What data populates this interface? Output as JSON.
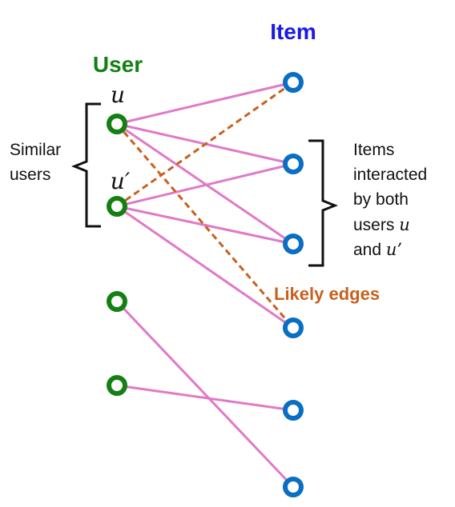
{
  "colors": {
    "user": "#138013",
    "item": "#1a1ae6",
    "item_node": "#0a6fc2",
    "edge": "#e07ac8",
    "likely": "#c8601e",
    "text": "#111111"
  },
  "headers": {
    "user": "User",
    "item": "Item"
  },
  "labels": {
    "u": "u",
    "u_prime": "u′",
    "similar_line1": "Similar",
    "similar_line2": "users",
    "items_line1": "Items",
    "items_line2": "interacted",
    "items_line3": "by both",
    "items_line4_prefix": "users ",
    "items_line4_math": "u",
    "items_line5_prefix": "and ",
    "items_line5_math": "u’",
    "likely_edges": "Likely edges"
  },
  "graph": {
    "user_nodes": [
      "u",
      "u_prime",
      "u3",
      "u4"
    ],
    "item_nodes": [
      "i1",
      "i2",
      "i3",
      "i4",
      "i5",
      "i6"
    ],
    "edges": [
      [
        "u",
        "i1"
      ],
      [
        "u",
        "i2"
      ],
      [
        "u",
        "i3"
      ],
      [
        "u_prime",
        "i2"
      ],
      [
        "u_prime",
        "i3"
      ],
      [
        "u_prime",
        "i4"
      ],
      [
        "u3",
        "i6"
      ],
      [
        "u4",
        "i5"
      ]
    ],
    "likely_edges": [
      [
        "u",
        "i4"
      ],
      [
        "u_prime",
        "i1"
      ]
    ]
  }
}
